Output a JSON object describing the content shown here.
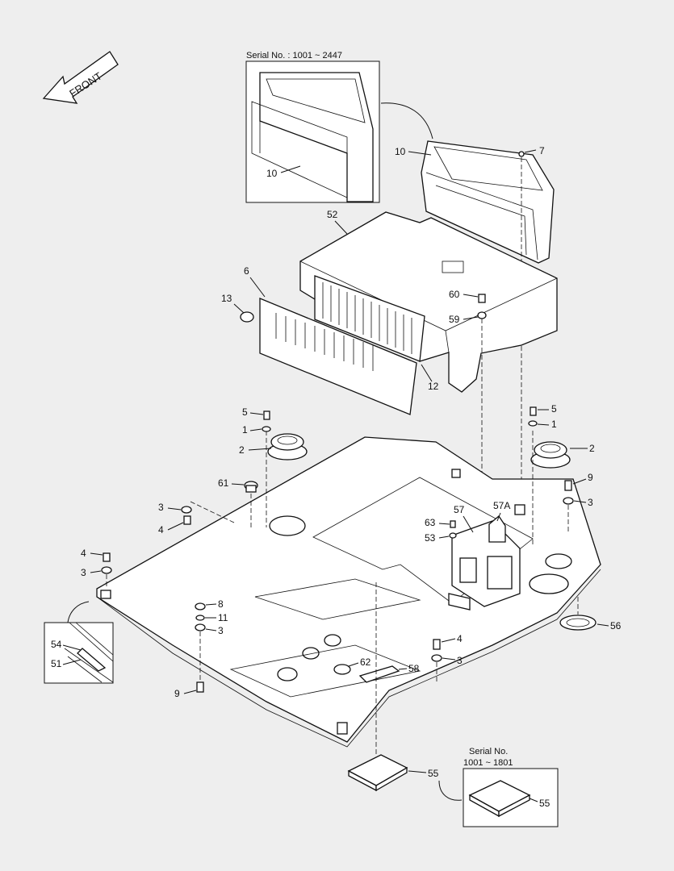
{
  "front_label": "FRONT",
  "serial_top": "Serial No. : 1001 ~ 2447",
  "serial_bottom_line1": "Serial No.",
  "serial_bottom_line2": "1001 ~ 1801",
  "labels": {
    "p1a": "1",
    "p1b": "1",
    "p2a": "2",
    "p2b": "2",
    "p3a": "3",
    "p3b": "3",
    "p3c": "3",
    "p3d": "3",
    "p3e": "3",
    "p4a": "4",
    "p4b": "4",
    "p4c": "4",
    "p5a": "5",
    "p5b": "5",
    "p6": "6",
    "p7": "7",
    "p8": "8",
    "p9a": "9",
    "p9b": "9",
    "p10a": "10",
    "p10b": "10",
    "p11": "11",
    "p12": "12",
    "p13": "13",
    "p51": "51",
    "p52": "52",
    "p53": "53",
    "p54": "54",
    "p55a": "55",
    "p55b": "55",
    "p56": "56",
    "p57": "57",
    "p57a": "57A",
    "p58": "58",
    "p59": "59",
    "p60": "60",
    "p61": "61",
    "p62": "62",
    "p63": "63"
  }
}
